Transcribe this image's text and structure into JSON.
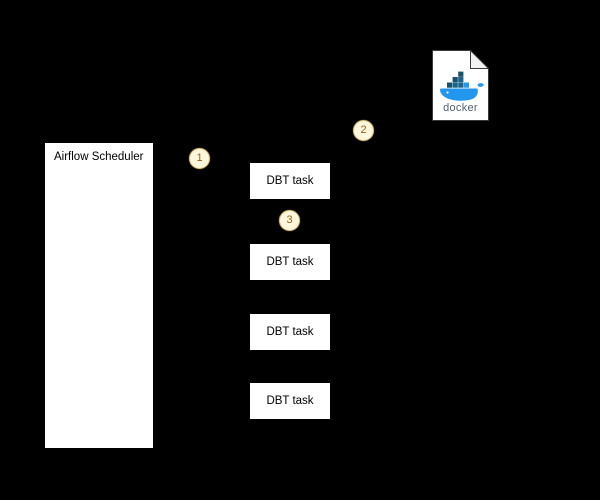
{
  "diagram": {
    "title_hidden": "",
    "background_color": "#000000",
    "node_fill": "#ffffff",
    "node_text_color": "#000000",
    "badge_fill": "#fcf6dc",
    "badge_border": "#d9c278",
    "badge_text_color": "#9c6015",
    "docker_blue": "#2396ed",
    "docker_dark": "#17526e"
  },
  "scheduler": {
    "label": "Airflow Scheduler"
  },
  "tasks": [
    {
      "label": "DBT task"
    },
    {
      "label": "DBT task"
    },
    {
      "label": "DBT task"
    },
    {
      "label": "DBT task"
    }
  ],
  "badges": [
    {
      "number": "1"
    },
    {
      "number": "2"
    },
    {
      "number": "3"
    }
  ],
  "docker_icon": {
    "wordmark": "docker",
    "icon_name": "docker-file-icon"
  }
}
